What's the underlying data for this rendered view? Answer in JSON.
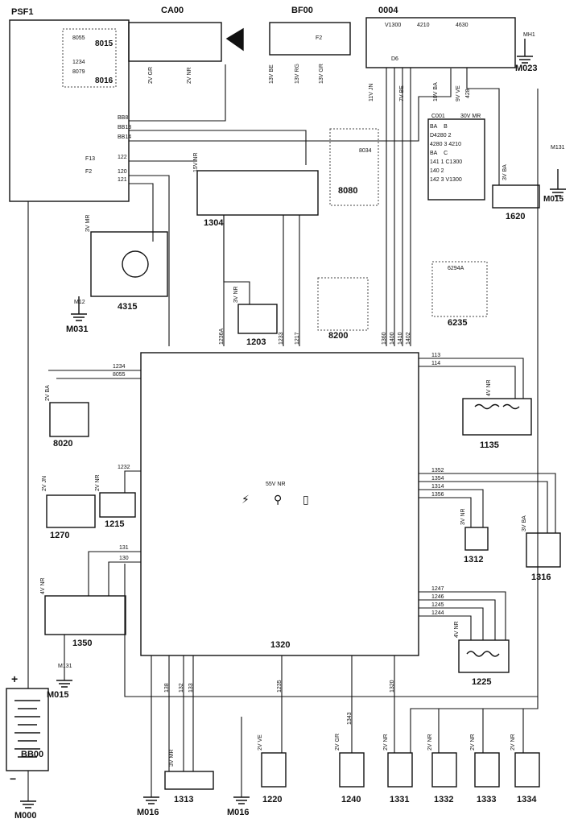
{
  "components": {
    "psf1": "PSF1",
    "ca00": "CA00",
    "bf00": "BF00",
    "c0004": "0004",
    "m023": "M023",
    "mh1": "MH1",
    "c8015": "8015",
    "c8016": "8016",
    "c8055": "8055",
    "c1234": "1234",
    "c8079": "8079",
    "f2": "F2",
    "f13": "F13",
    "c1304": "1304",
    "c8080": "8080",
    "c8034": "8034",
    "c001": "C001",
    "c30vmr": "30V MR",
    "c1620": "1620",
    "m015_top": "M015",
    "m131_top": "M131",
    "c4315": "4315",
    "m12": "M12",
    "m031": "M031",
    "c1203": "1203",
    "c8200": "8200",
    "c6235": "6235",
    "c6294a": "6294A",
    "c8020": "8020",
    "c1270": "1270",
    "c1215": "1215",
    "c1320": "1320",
    "c55vnr": "55V NR",
    "c1135": "1135",
    "c1312": "1312",
    "c1316": "1316",
    "c1350": "1350",
    "c1225": "1225",
    "bb00": "BB00",
    "m015_bottom": "M015",
    "m131_bottom": "M131",
    "m000": "M000",
    "m016_a": "M016",
    "m016_b": "M016",
    "c1313": "1313",
    "c1220": "1220",
    "c1240": "1240",
    "c1331": "1331",
    "c1332": "1332",
    "c1333": "1333",
    "c1334": "1334",
    "v1300": "V1300",
    "d6": "D6",
    "c4210": "4210",
    "c4630": "4630",
    "plus": "+",
    "minus": "−"
  },
  "wire_labels": {
    "bb8": "BB8",
    "bb13": "BB13",
    "bb14": "BB14",
    "w122": "122",
    "w120": "120",
    "w121": "121",
    "w1236a": "1236A",
    "w1233": "1233",
    "w1217": "1217",
    "w1360": "1360",
    "w1400": "1400",
    "w1410": "1410",
    "w1402": "1402",
    "w428": "428",
    "w113": "113",
    "w114": "114",
    "w1352": "1352",
    "w1354": "1354",
    "w1314": "1314",
    "w1356": "1356",
    "w1247": "1247",
    "w1246": "1246",
    "w1245": "1245",
    "w1244": "1244",
    "w131": "131",
    "w130": "130",
    "w1232": "1232",
    "w8055": "8055",
    "w1234": "1234",
    "w1343": "1343",
    "w1320": "1320",
    "w1235": "1235",
    "w132": "132",
    "w133": "133",
    "w138": "138"
  },
  "connector_labels": {
    "ca00_a": "2V GR",
    "ca00_b": "2V NR",
    "bf00_a": "13V BE",
    "bf00_b": "13V RG",
    "bf00_c": "13V GR",
    "c0004_a": "11V JN",
    "c0004_b": "7V BE",
    "c0004_c": "10V BA",
    "c0004_d": "9V VE",
    "c1304": "15V NR",
    "c1620": "3V BA",
    "c4315": "3V MR",
    "c1203": "3V NR",
    "c8020": "2V BA",
    "c1270": "2V JN",
    "c1215": "2V NR",
    "c1350": "4V NR",
    "c1135": "4V NR",
    "c1312": "3V NR",
    "c1316": "3V BA",
    "c1225": "4V NR",
    "c1313": "3V MR",
    "c1220": "2V VE",
    "c1240": "2V GR",
    "c1331": "2V NR",
    "c1332": "2V NR",
    "c1333": "2V NR",
    "c1334": "2V NR"
  },
  "relay_table": {
    "row1": [
      "BA",
      "B"
    ],
    "row2": [
      "D4280",
      "2",
      "4280",
      "3",
      "4210"
    ],
    "row3": [
      "BA",
      "C"
    ],
    "row4": [
      "141",
      "1",
      "C1300"
    ],
    "row5": [
      "140",
      "2"
    ],
    "row6": [
      "142",
      "3",
      "V1300"
    ]
  },
  "colors": {
    "ink": "#111111",
    "paper": "#ffffff",
    "dotted": "#444444"
  }
}
